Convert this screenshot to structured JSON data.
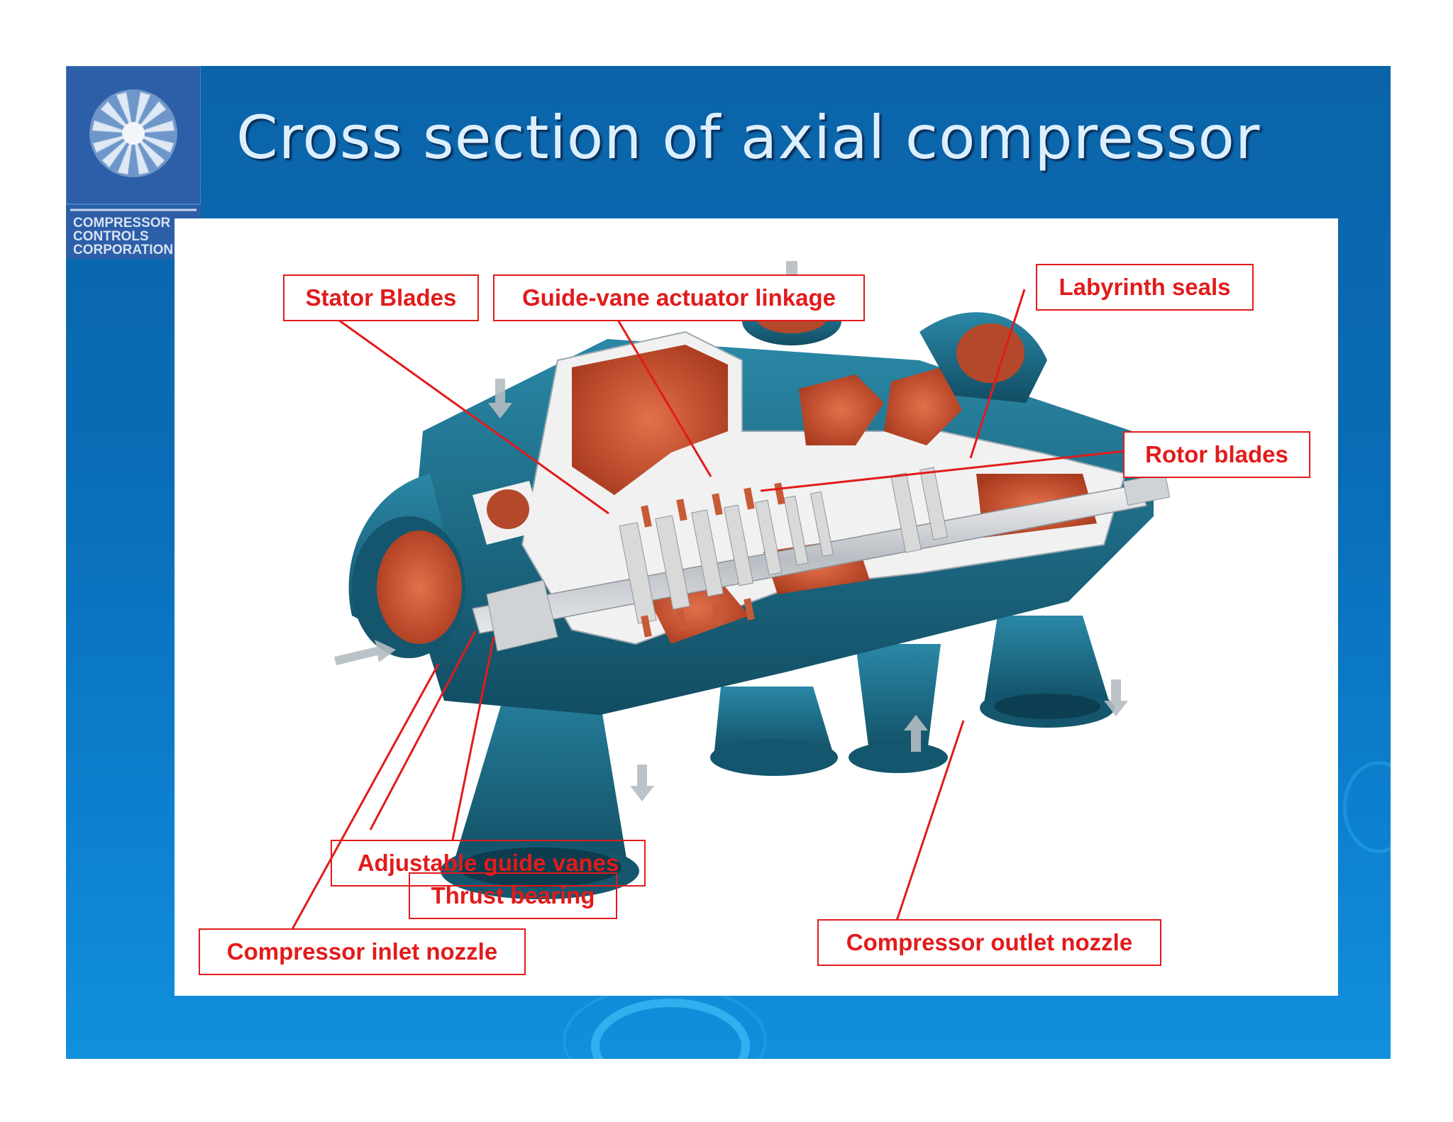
{
  "title": "Cross section of axial compressor",
  "logo": {
    "icon": "turbine-fan-icon",
    "lines": [
      "COMPRESSOR",
      "CONTROLS",
      "CORPORATION"
    ]
  },
  "labels": {
    "stator_blades": "Stator Blades",
    "guide_vane_linkage": "Guide-vane actuator linkage",
    "labyrinth_seals": "Labyrinth seals",
    "rotor_blades": "Rotor blades",
    "adjustable_guide_vanes": "Adjustable guide vanes",
    "thrust_bearing": "Thrust bearing",
    "inlet_nozzle": "Compressor inlet nozzle",
    "outlet_nozzle": "Compressor outlet nozzle"
  },
  "colors": {
    "background_blue": "#0a6cb6",
    "casing_teal": "#1f6f8b",
    "cut_face_red": "#c0502f",
    "callout_red": "#e21b1b",
    "title_text": "#dcefff"
  }
}
